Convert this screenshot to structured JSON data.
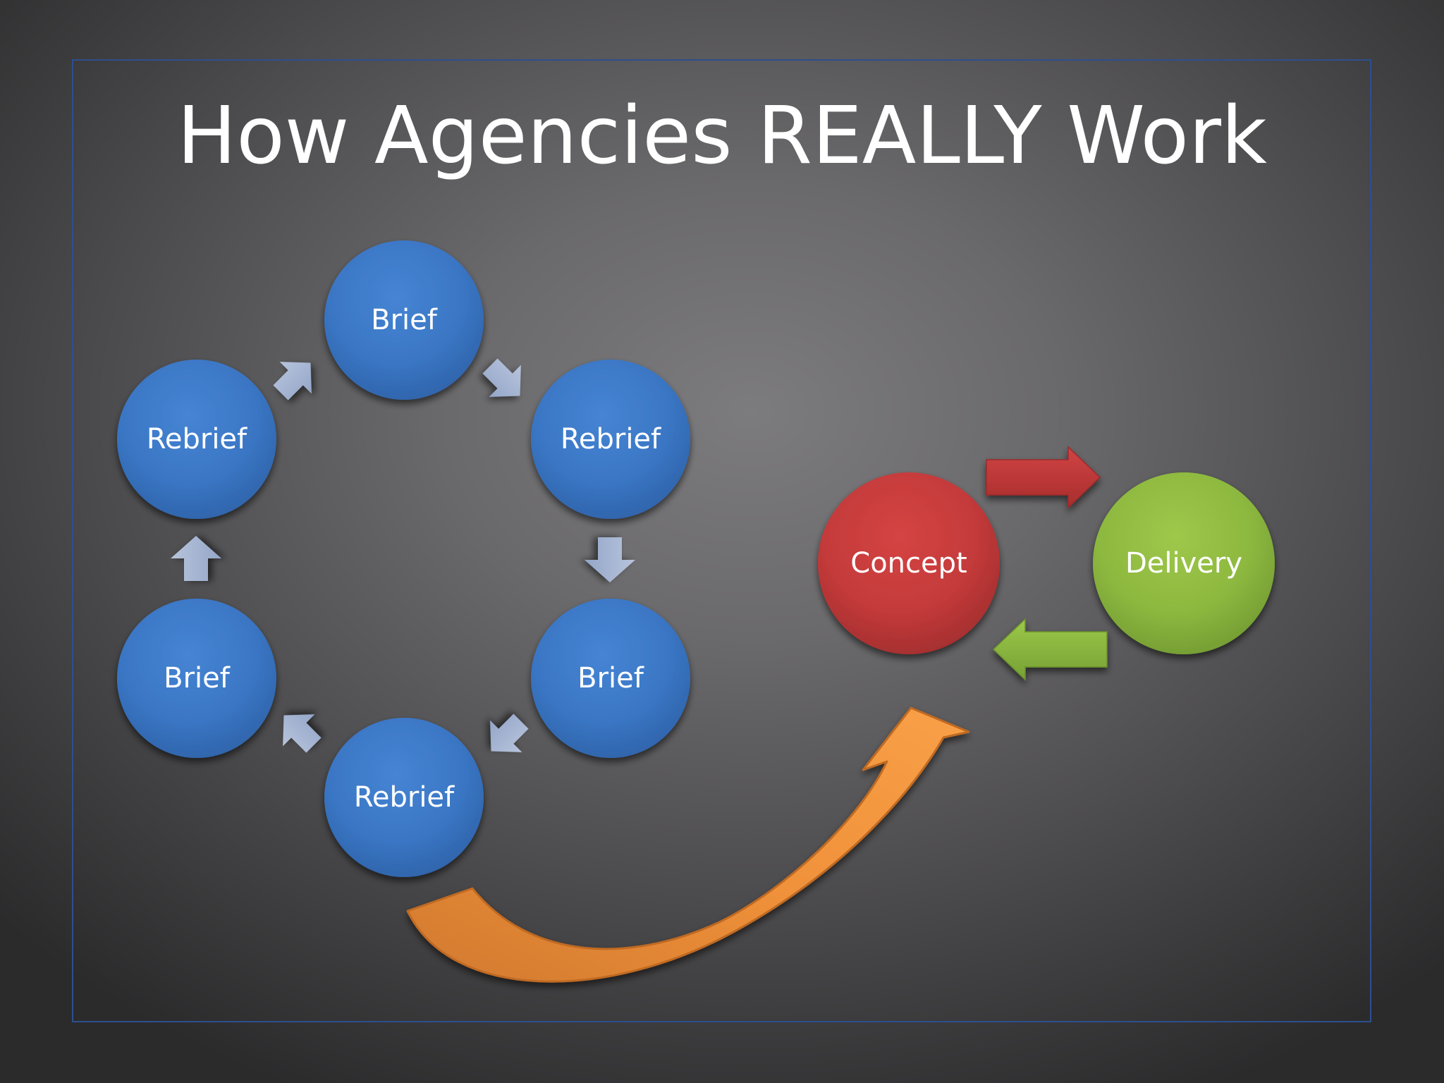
{
  "slide": {
    "title": "How Agencies REALLY Work"
  },
  "diagram": {
    "cycle_nodes": [
      {
        "id": "top",
        "label": "Brief"
      },
      {
        "id": "upper-right",
        "label": "Rebrief"
      },
      {
        "id": "lower-right",
        "label": "Brief"
      },
      {
        "id": "bottom",
        "label": "Rebrief"
      },
      {
        "id": "lower-left",
        "label": "Brief"
      },
      {
        "id": "upper-left",
        "label": "Rebrief"
      }
    ],
    "concept": {
      "label": "Concept"
    },
    "delivery": {
      "label": "Delivery"
    }
  },
  "colors": {
    "cycle_node": "#3a77c6",
    "cycle_arrow": "#a6b6d3",
    "concept": "#c8393a",
    "delivery": "#8fb83f",
    "concept_to_delivery_arrow": "#c23535",
    "delivery_to_concept_arrow": "#85b139",
    "escape_arrow": "#f0913a",
    "frame": "#2c4f8f"
  }
}
